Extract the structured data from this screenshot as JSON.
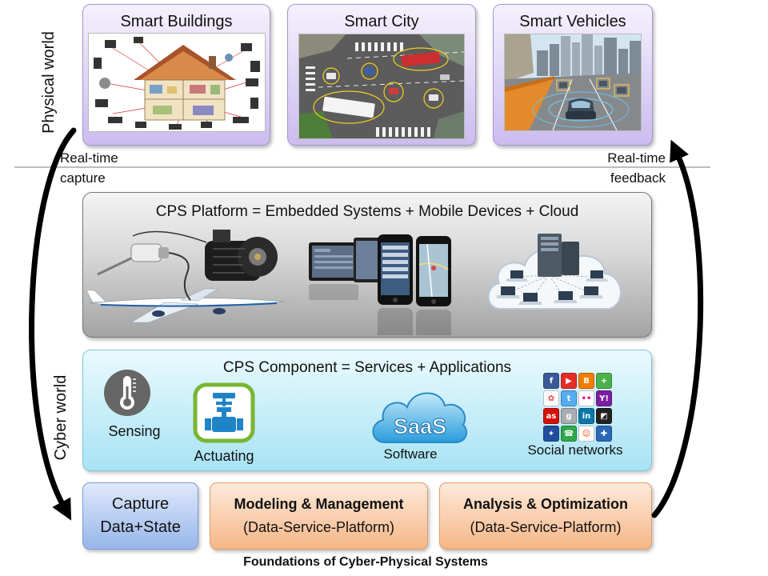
{
  "colors": {
    "physical_box": "#d6c9f0",
    "platform_box": "#b0b0b0",
    "component_box": "#c4ecf8",
    "capture_box": "#a9c3ef",
    "foundation_box": "#f9c49c",
    "arrow": "#000000"
  },
  "side_labels": {
    "physical_world": "Physical world",
    "cyber_world": "Cyber world"
  },
  "flows": {
    "capture": [
      "Real-time",
      "capture"
    ],
    "feedback": [
      "Real-time",
      "feedback"
    ]
  },
  "physical_world": [
    {
      "title": "Smart Buildings"
    },
    {
      "title": "Smart City"
    },
    {
      "title": "Smart Vehicles"
    }
  ],
  "platform": {
    "title": "CPS Platform = Embedded Systems + Mobile Devices + Cloud"
  },
  "component": {
    "title": "CPS Component = Services + Applications",
    "items": [
      {
        "label": "Sensing",
        "icon": "thermometer-icon"
      },
      {
        "label": "Actuating",
        "icon": "valve-icon"
      },
      {
        "label": "Software",
        "icon": "saas-cloud-icon",
        "badge": "SaaS"
      },
      {
        "label": "Social networks",
        "icon": "social-networks-icon"
      }
    ],
    "social_icons": [
      {
        "name": "facebook-icon",
        "bg": "#3b5998",
        "fg": "#ffffff",
        "glyph": "f"
      },
      {
        "name": "youtube-icon",
        "bg": "#e52d27",
        "fg": "#ffffff",
        "glyph": "▶"
      },
      {
        "name": "blogger-icon",
        "bg": "#f57d00",
        "fg": "#ffffff",
        "glyph": "B"
      },
      {
        "name": "plus-icon",
        "bg": "#4bb24b",
        "fg": "#ffffff",
        "glyph": "+"
      },
      {
        "name": "picasa-icon",
        "bg": "#ffffff",
        "fg": "#e8453c",
        "glyph": "✿"
      },
      {
        "name": "twitter-icon",
        "bg": "#55acee",
        "fg": "#ffffff",
        "glyph": "t"
      },
      {
        "name": "flickr-icon",
        "bg": "#ffffff",
        "fg": "#ff0084",
        "glyph": "••"
      },
      {
        "name": "yahoo-icon",
        "bg": "#7b1fa2",
        "fg": "#ffffff",
        "glyph": "Y!"
      },
      {
        "name": "lastfm-icon",
        "bg": "#d51007",
        "fg": "#ffffff",
        "glyph": "as"
      },
      {
        "name": "google-icon",
        "bg": "#a9adb2",
        "fg": "#ffffff",
        "glyph": "g"
      },
      {
        "name": "linkedin-icon",
        "bg": "#0e76a8",
        "fg": "#ffffff",
        "glyph": "in"
      },
      {
        "name": "delicious-icon",
        "bg": "#222222",
        "fg": "#ffffff",
        "glyph": "◩"
      },
      {
        "name": "myspace-icon",
        "bg": "#1f4f9c",
        "fg": "#ffffff",
        "glyph": "✦"
      },
      {
        "name": "chat-icon",
        "bg": "#2ea84a",
        "fg": "#ffffff",
        "glyph": "☎"
      },
      {
        "name": "reddit-icon",
        "bg": "#ffffff",
        "fg": "#ff4500",
        "glyph": "☺"
      },
      {
        "name": "yammer-icon",
        "bg": "#2a68b5",
        "fg": "#ffffff",
        "glyph": "✚"
      }
    ]
  },
  "foundations": {
    "capture": [
      "Capture",
      "Data+State"
    ],
    "modeling": [
      "Modeling & Management",
      "(Data-Service-Platform)"
    ],
    "analysis": [
      "Analysis & Optimization",
      "(Data-Service-Platform)"
    ]
  },
  "caption": "Foundations of Cyber-Physical Systems"
}
